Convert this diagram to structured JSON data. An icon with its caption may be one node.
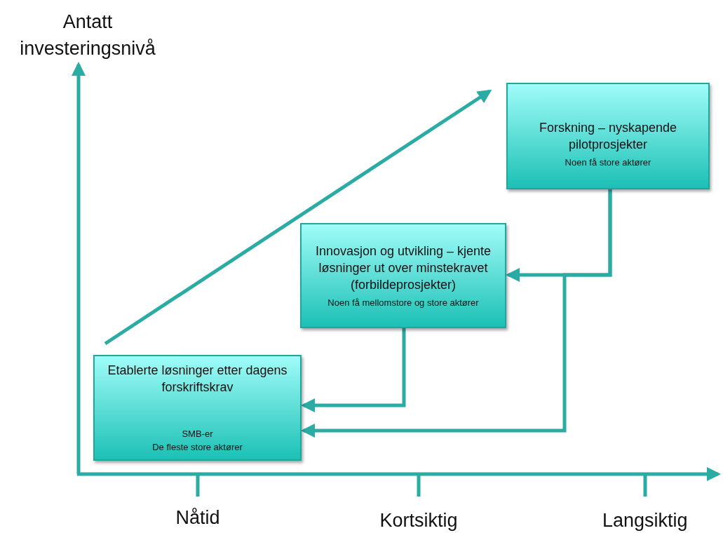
{
  "diagram": {
    "nodes": [
      {
        "text": [
          "Forskning – nyskapende pilotprosjekter",
          "Noen få store aktører"
        ]
      },
      {
        "text": [
          "Innovasjon og utvikling – kjente løsninger ut over minstekravet (forbildeprosjekter)",
          "Noen få mellomstore og store aktører"
        ]
      },
      {
        "text": [
          "Etablerte løsninger etter dagens forskriftskrav",
          "SMB-er",
          "De fleste store aktører"
        ]
      }
    ],
    "edges": [
      {
        "from": 0,
        "to": 1,
        "arrow": "to"
      },
      {
        "from": 0,
        "to": 2,
        "arrow": "to"
      },
      {
        "from": 1,
        "to": 2,
        "arrow": "to"
      }
    ],
    "labels": [
      "Antatt investeringsnivå",
      "Nåtid",
      "Kortsiktig",
      "Langsiktig"
    ]
  }
}
